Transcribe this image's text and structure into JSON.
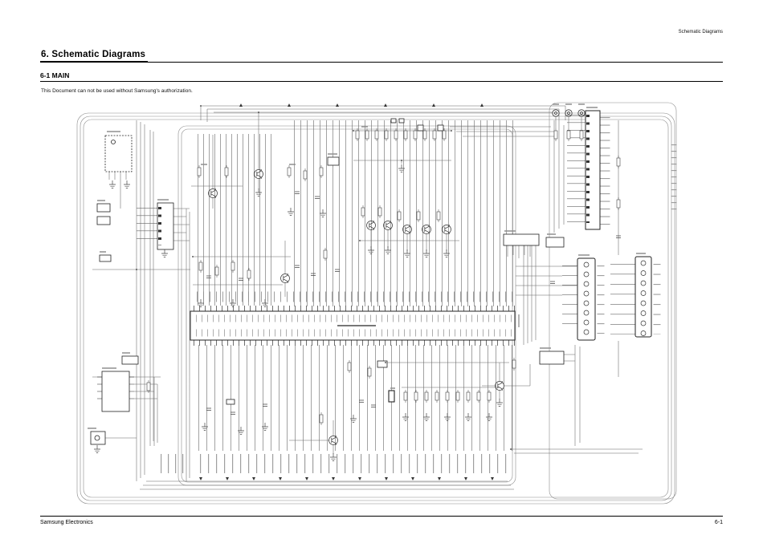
{
  "header": {
    "right_label": "Schematic Diagrams"
  },
  "chapter": {
    "title": "6. Schematic Diagrams"
  },
  "section": {
    "title": "6-1 MAIN"
  },
  "notice": "This Document can not be used without Samsung's authorization.",
  "footer": {
    "company": "Samsung Electronics",
    "page_number": "6-1"
  }
}
